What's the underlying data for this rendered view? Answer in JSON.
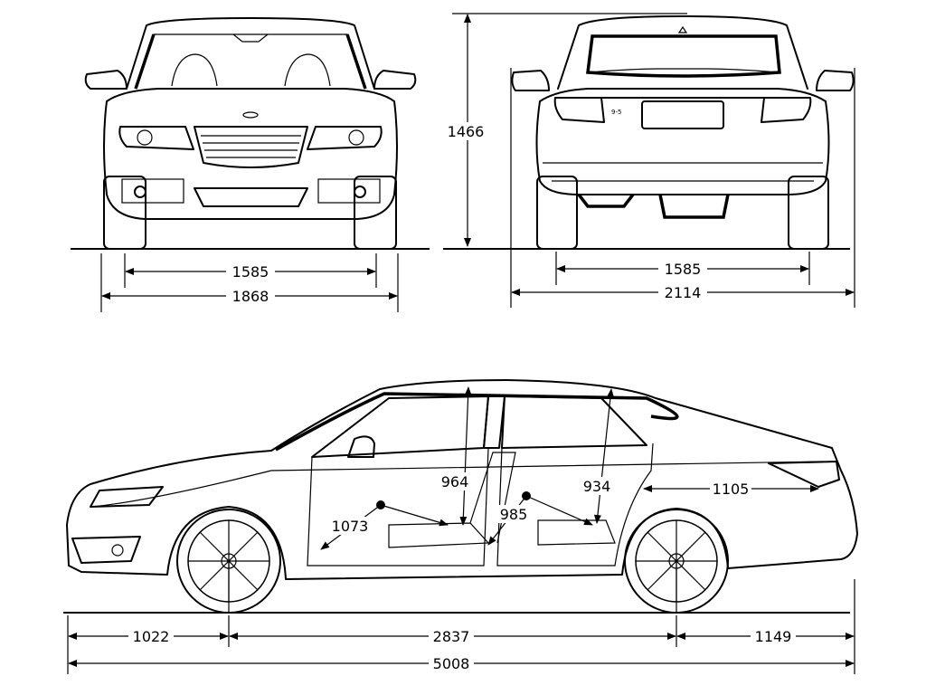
{
  "title": "Car dimensions blueprint",
  "front_view": {
    "track_width": "1585",
    "overall_width": "1868"
  },
  "rear_view": {
    "height": "1466",
    "track_width": "1585",
    "width_with_mirrors": "2114",
    "badge": "9-5"
  },
  "side_view": {
    "front_headroom": "964",
    "rear_headroom": "934",
    "trunk_length": "1105",
    "front_legroom": "1073",
    "rear_legroom": "985",
    "front_overhang": "1022",
    "wheelbase": "2837",
    "rear_overhang": "1149",
    "overall_length": "5008"
  }
}
